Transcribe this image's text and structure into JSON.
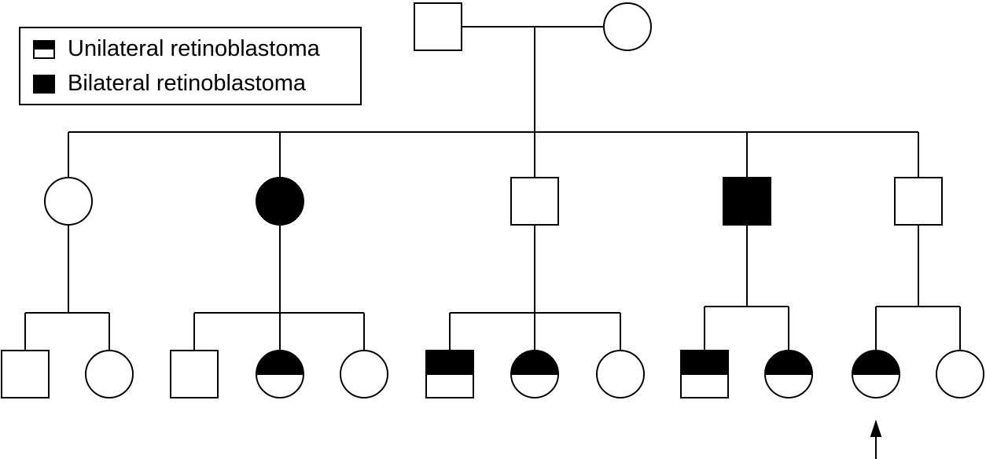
{
  "legend": {
    "unilateral_label": "Unilateral retinoblastoma",
    "bilateral_label": "Bilateral retinoblastoma"
  },
  "colors": {
    "affected": "#000000",
    "unaffected": "#ffffff",
    "line": "#000000"
  },
  "pedigree": {
    "generation_1": [
      {
        "sex": "male",
        "status": "unaffected"
      },
      {
        "sex": "female",
        "status": "unaffected"
      }
    ],
    "generation_2": [
      {
        "sex": "female",
        "status": "unaffected"
      },
      {
        "sex": "female",
        "status": "bilateral"
      },
      {
        "sex": "male",
        "status": "unaffected"
      },
      {
        "sex": "male",
        "status": "bilateral"
      },
      {
        "sex": "male",
        "status": "unaffected"
      }
    ],
    "generation_3": [
      {
        "parent": 0,
        "sex": "male",
        "status": "unaffected"
      },
      {
        "parent": 0,
        "sex": "female",
        "status": "unaffected"
      },
      {
        "parent": 1,
        "sex": "male",
        "status": "unaffected"
      },
      {
        "parent": 1,
        "sex": "female",
        "status": "unilateral"
      },
      {
        "parent": 1,
        "sex": "female",
        "status": "unaffected"
      },
      {
        "parent": 2,
        "sex": "male",
        "status": "unilateral"
      },
      {
        "parent": 2,
        "sex": "female",
        "status": "unilateral"
      },
      {
        "parent": 2,
        "sex": "female",
        "status": "unaffected"
      },
      {
        "parent": 3,
        "sex": "male",
        "status": "unilateral"
      },
      {
        "parent": 3,
        "sex": "female",
        "status": "unilateral"
      },
      {
        "parent": 4,
        "sex": "female",
        "status": "unilateral",
        "proband": true
      },
      {
        "parent": 4,
        "sex": "female",
        "status": "unaffected"
      }
    ]
  }
}
